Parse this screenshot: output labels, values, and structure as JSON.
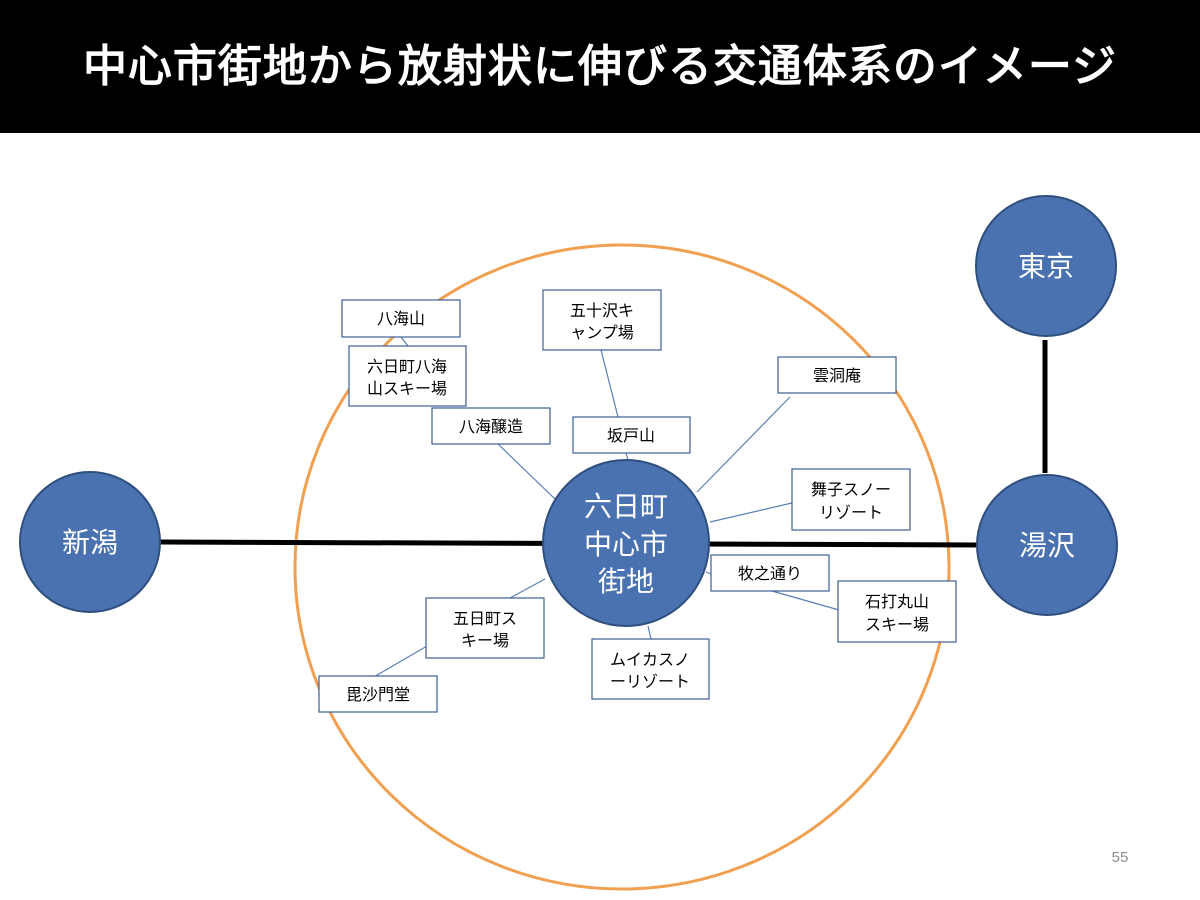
{
  "slide": {
    "title": "中心市街地から放射状に伸びる交通体系のイメージ",
    "page_number": "55"
  },
  "colors": {
    "node_fill": "#4a72b0",
    "node_stroke": "#2f4f7f",
    "zone_ring": "#f0a050",
    "spoke_line": "#5b7fb5",
    "route_line": "#000000"
  },
  "nodes": {
    "center": {
      "lines": [
        "六日町",
        "中心市",
        "街地"
      ]
    },
    "niigata": {
      "label": "新潟"
    },
    "yuzawa": {
      "label": "湯沢"
    },
    "tokyo": {
      "label": "東京"
    }
  },
  "destinations": {
    "hakkaisan": {
      "lines": [
        "八海山"
      ]
    },
    "muikamachi_hakkaisan_ski": {
      "lines": [
        "六日町八海",
        "山スキー場"
      ]
    },
    "hakkai_jozo": {
      "lines": [
        "八海醸造"
      ]
    },
    "gojissawa_camp": {
      "lines": [
        "五十沢キ",
        "ャンプ場"
      ]
    },
    "sakadoyama": {
      "lines": [
        "坂戸山"
      ]
    },
    "undoan": {
      "lines": [
        "雲洞庵"
      ]
    },
    "maiko_snow_resort": {
      "lines": [
        "舞子スノー",
        "リゾート"
      ]
    },
    "makinokayoi": {
      "lines": [
        "牧之通り"
      ]
    },
    "ishiuchi_maruyama_ski": {
      "lines": [
        "石打丸山",
        "スキー場"
      ]
    },
    "muikamachi_ski": {
      "lines": [
        "五日町ス",
        "キー場"
      ]
    },
    "bishamondo": {
      "lines": [
        "毘沙門堂"
      ]
    },
    "muikasnow_resort": {
      "lines": [
        "ムイカスノ",
        "ーリゾート"
      ]
    }
  }
}
